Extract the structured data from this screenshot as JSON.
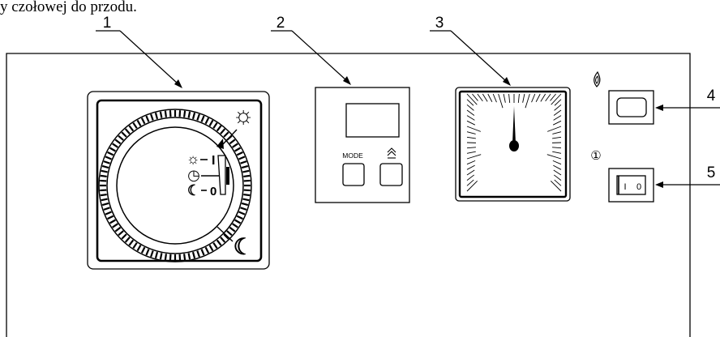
{
  "header_fragment": "y czołowej do przodu.",
  "callouts": [
    "1",
    "2",
    "3",
    "4",
    "5"
  ],
  "timer_symbols": {
    "day": "☼",
    "day_level": "I",
    "clock": "◷",
    "night": "☾",
    "night_level": "0"
  },
  "controller": {
    "mode_label": "MODE",
    "up_symbol": "≙"
  },
  "switch": {
    "on_label": "I",
    "off_label": "0",
    "power_symbol": "①"
  },
  "colors": {
    "line": "#000000",
    "background": "#ffffff"
  }
}
